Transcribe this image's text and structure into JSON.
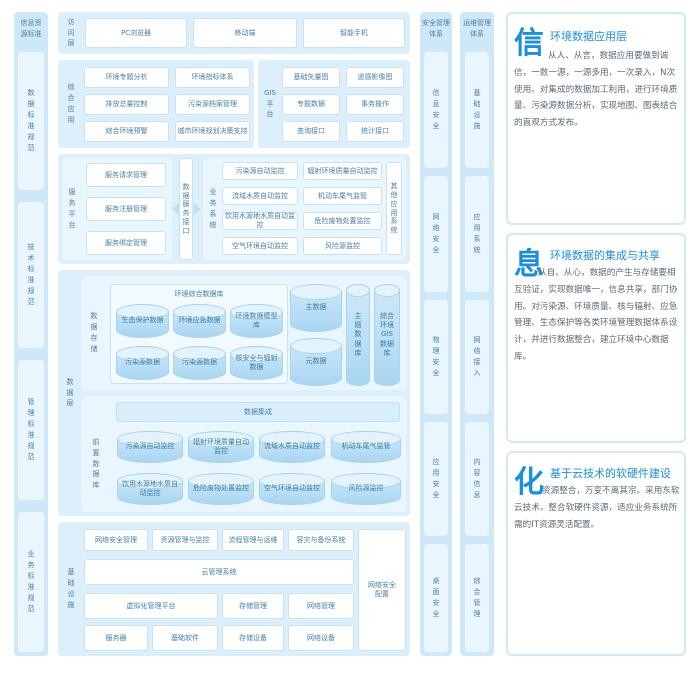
{
  "left_column": {
    "title": "信息资源标准",
    "sections": [
      "数据标准规范",
      "技术标准规范",
      "管理标准规范",
      "业务标准规范"
    ]
  },
  "access": {
    "label": "访问层",
    "items": [
      "PC浏览器",
      "移动端",
      "智能手机"
    ]
  },
  "application": {
    "label": "综合应用",
    "items": [
      "环境专题分析",
      "环境指标体系",
      "排放总量控制",
      "污染源档案管理",
      "综合环境预警",
      "城市环境规划决策支持"
    ],
    "gis_label": "GIS平台",
    "gis_items": [
      "基础矢量图",
      "遥感影像图",
      "专题数据",
      "事务操作",
      "查询接口",
      "统计接口"
    ]
  },
  "service": {
    "label": "服务平台",
    "items": [
      "服务请求管理",
      "服务注册管理",
      "服务绑定管理"
    ],
    "interface_label": "数据服务接口",
    "business_label": "业务系统",
    "business_items": [
      "污染源自动监控",
      "辐射环境质量自动监控",
      "流域水质自动监控",
      "机动车尾气监管",
      "饮用水源地水质自动监控",
      "危险废物处置监控",
      "空气环境自动监控",
      "风险源监控"
    ],
    "other_label": "其他应用系统"
  },
  "data": {
    "label": "数据层",
    "storage_label": "数据存储",
    "db_title": "环境综合数据库",
    "db_items": [
      "生态保护数据",
      "环境应急数据",
      "环境数据模型库",
      "污染源数据",
      "污染源数据",
      "核安全与辐射数据"
    ],
    "main_data": "主数据",
    "meta_data": "元数据",
    "topic_db": "主题数据库",
    "gis_db": "综合环境GIS数据库",
    "integration": "数据集成",
    "frontend_label": "前置数据库",
    "frontend_items": [
      "污染源自动监控",
      "辐射环境质量自动监控",
      "流域水质自动监控",
      "机动车尾气监管",
      "饮用水源地水质自动监控",
      "危险废物处置监控",
      "空气环境自动监控",
      "风险源监控"
    ]
  },
  "infra": {
    "label": "基础设施",
    "row1": [
      "网络安全管理",
      "资源管理与监控",
      "流程管理与运维",
      "容灾与备份系统"
    ],
    "cloud": "云管理系统",
    "row3": [
      "虚拟化管理平台",
      "存储管理",
      "网络管理"
    ],
    "row4": [
      "服务器",
      "基础软件",
      "存储设备",
      "网络设备"
    ],
    "net_security": "网络安全配置"
  },
  "security_column": {
    "title": "安全管理体系",
    "sections": [
      "信息安全",
      "网络安全",
      "物理安全",
      "应用安全",
      "桌面安全"
    ]
  },
  "ops_column": {
    "title": "运维管理体系",
    "sections": [
      "基础设施",
      "应用系统",
      "网络接入",
      "内容信息",
      "综合管理"
    ]
  },
  "cards": [
    {
      "char": "信",
      "title": "环境数据应用层",
      "text": "从人、从言，数据应用要做到诚信，一数一源，一源多用，一次录入，N次使用。对集成的数据加工利用，进行环境质量、污染源数据分析，实现地图、图表结合的直观方式发布。"
    },
    {
      "char": "息",
      "title": "环境数据的集成与共享",
      "text": "从自、从心，数据的产生与存储要相互验证，实现数据唯一，信息共享，部门协用。对污染源、环境质量、核与辐射、应急管理、生态保护等各类环境管理数据体系设计，并进行数据整合，建立环境中心数据库。"
    },
    {
      "char": "化",
      "title": "基于云技术的软硬件建设",
      "text": "资源整合，万变不离其宗。采用东软云技术，整合软硬件资源，适应业务系统所需的IT资源灵活配置。"
    }
  ],
  "colors": {
    "panel": "#dceffa",
    "column": "#cfe8f7",
    "accent": "#1e8fd6",
    "box_text": "#4a7fa5"
  }
}
